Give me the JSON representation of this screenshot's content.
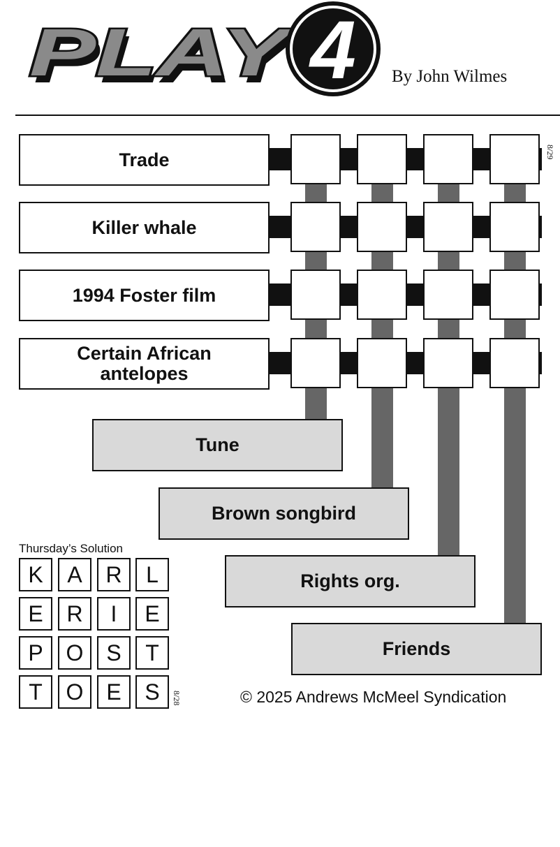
{
  "header": {
    "logo_text": "PLAY",
    "logo_digit": "4",
    "byline": "By John Wilmes"
  },
  "puzzle": {
    "date_tag": "8/29",
    "across_clues": [
      "Trade",
      "Killer whale",
      "1994 Foster film",
      "Certain African antelopes"
    ],
    "down_clues": [
      "Tune",
      "Brown songbird",
      "Rights org.",
      "Friends"
    ],
    "grid_letters": [
      [
        "",
        "",
        "",
        ""
      ],
      [
        "",
        "",
        "",
        ""
      ],
      [
        "",
        "",
        "",
        ""
      ],
      [
        "",
        "",
        "",
        ""
      ]
    ]
  },
  "solution": {
    "title": "Thursday’s Solution",
    "date_tag": "8/28",
    "rows": [
      [
        "K",
        "A",
        "R",
        "L"
      ],
      [
        "E",
        "R",
        "I",
        "E"
      ],
      [
        "P",
        "O",
        "S",
        "T"
      ],
      [
        "T",
        "O",
        "E",
        "S"
      ]
    ]
  },
  "footer": {
    "copyright": "© 2025 Andrews McMeel Syndication"
  },
  "colors": {
    "ink": "#111111",
    "down_clue_fill": "#d9d9d9",
    "connector_gray": "#666666",
    "logo_gray": "#8a8a8a"
  }
}
